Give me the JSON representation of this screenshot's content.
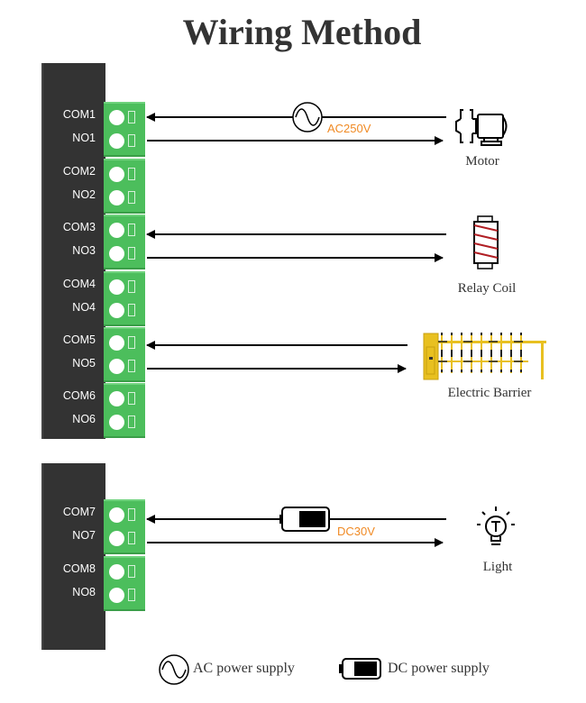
{
  "title": "Wiring Method",
  "colors": {
    "board": "#333333",
    "terminal": "#4cbe5c",
    "voltage_text": "#f08a24",
    "wire": "#000000",
    "coil_winding": "#b01e23",
    "barrier": "#e8c020"
  },
  "board1": {
    "pins": [
      {
        "com": "COM1",
        "no": "NO1"
      },
      {
        "com": "COM2",
        "no": "NO2"
      },
      {
        "com": "COM3",
        "no": "NO3"
      },
      {
        "com": "COM4",
        "no": "NO4"
      },
      {
        "com": "COM5",
        "no": "NO5"
      },
      {
        "com": "COM6",
        "no": "NO6"
      }
    ]
  },
  "board2": {
    "pins": [
      {
        "com": "COM7",
        "no": "NO7"
      },
      {
        "com": "COM8",
        "no": "NO8"
      }
    ]
  },
  "connections": [
    {
      "channel": "1",
      "device": "Motor",
      "device_icon": "motor-icon",
      "supply": "ac",
      "voltage": "AC250V"
    },
    {
      "channel": "3",
      "device": "Relay Coil",
      "device_icon": "relay-coil-icon",
      "supply": "none",
      "voltage": ""
    },
    {
      "channel": "5",
      "device": "Electric Barrier",
      "device_icon": "electric-barrier-icon",
      "supply": "none",
      "voltage": ""
    },
    {
      "channel": "7",
      "device": "Light",
      "device_icon": "light-bulb-icon",
      "supply": "dc",
      "voltage": "DC30V"
    }
  ],
  "legend": {
    "ac_label": "AC power supply",
    "ac_icon": "ac-sine-icon",
    "dc_label": "DC power supply",
    "dc_icon": "dc-battery-icon"
  }
}
